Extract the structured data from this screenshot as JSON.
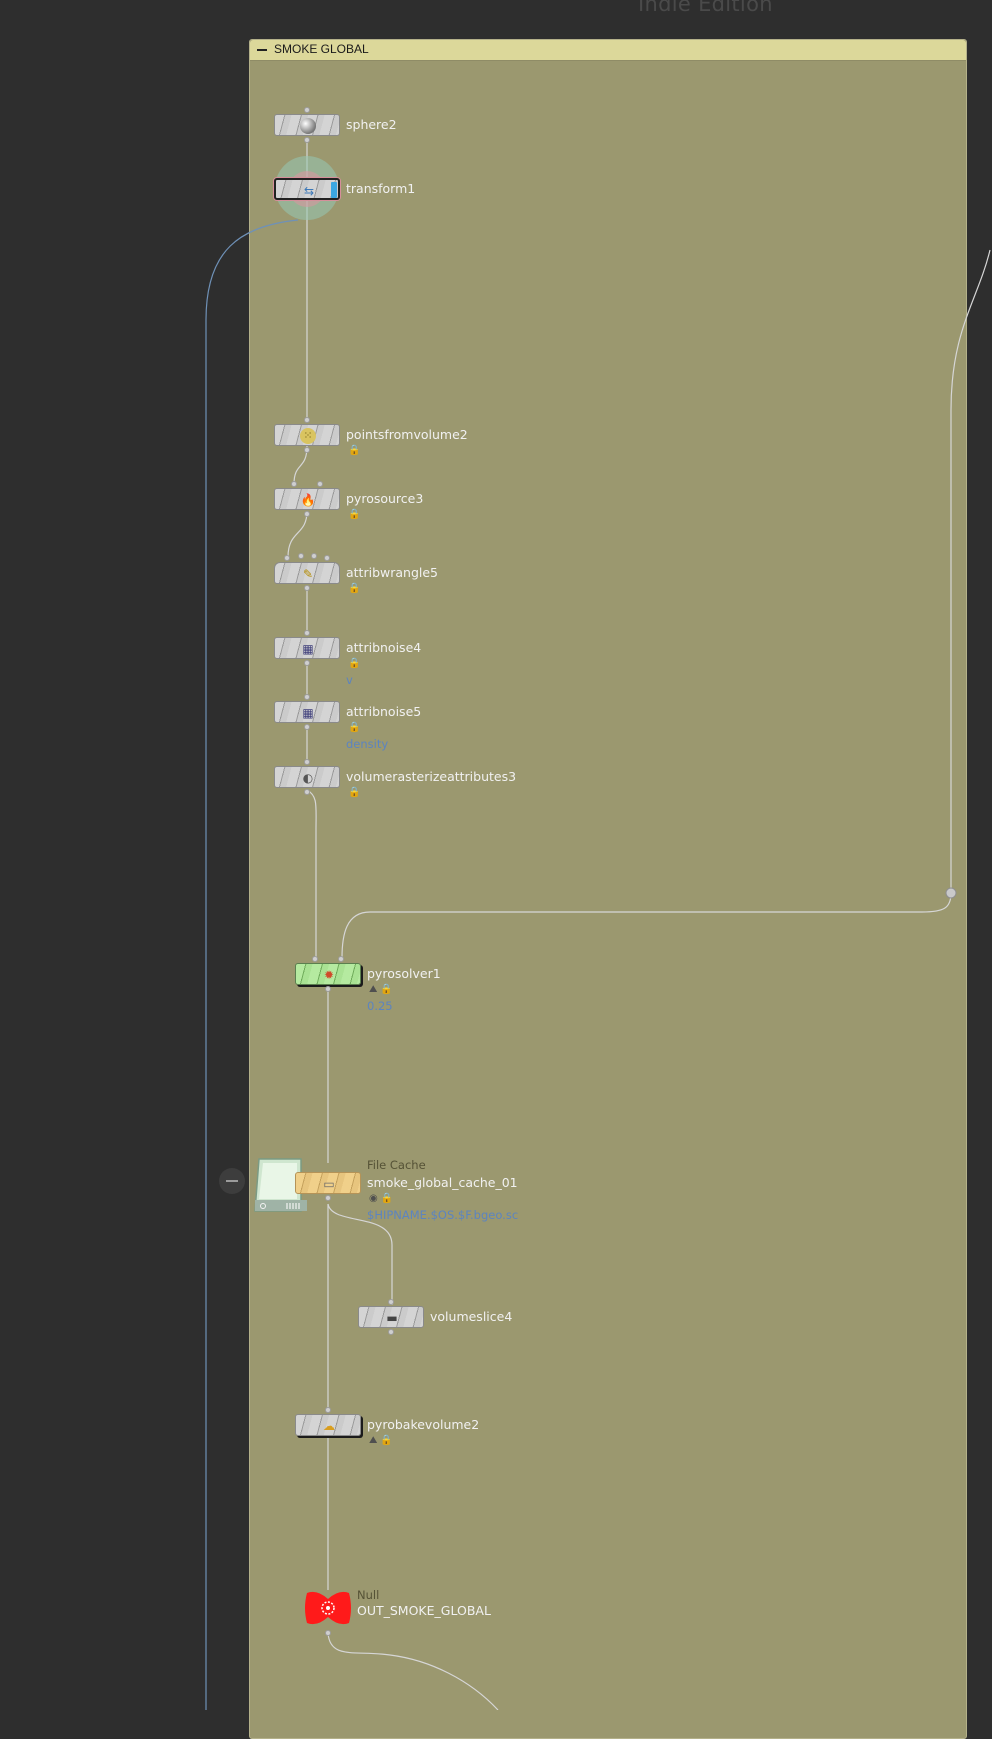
{
  "watermark": "Indie Edition",
  "network_box": {
    "title": "SMOKE GLOBAL",
    "color": "#9b986f",
    "header_color": "#dcd89a"
  },
  "nodes": {
    "sphere2": {
      "label": "sphere2",
      "icon": "sphere-icon"
    },
    "transform1": {
      "label": "transform1",
      "icon": "transform-icon",
      "selected": true
    },
    "pointsfromvolume2": {
      "label": "pointsfromvolume2",
      "icon": "points-icon",
      "badge": "🔒"
    },
    "pyrosource3": {
      "label": "pyrosource3",
      "icon": "flame-icon",
      "badge": "🔒"
    },
    "attribwrangle5": {
      "label": "attribwrangle5",
      "icon": "wrangle-icon",
      "badge": "🔒"
    },
    "attribnoise4": {
      "label": "attribnoise4",
      "icon": "noise-icon",
      "badge": "🔒",
      "comment": "v"
    },
    "attribnoise5": {
      "label": "attribnoise5",
      "icon": "noise-icon",
      "badge": "🔒",
      "comment": "density"
    },
    "volumerasterize": {
      "label": "volumerasterizeattributes3",
      "icon": "rasterize-icon",
      "badge": "🔒"
    },
    "pyrosolver1": {
      "label": "pyrosolver1",
      "icon": "pyro-solver-icon",
      "badge": "⛰🔒",
      "comment": "0.25",
      "color": "#b5eaa0"
    },
    "filecache": {
      "type": "File Cache",
      "label": "smoke_global_cache_01",
      "icon": "file-cache-icon",
      "badge": "◉🔒",
      "comment": "$HIPNAME.$OS.$F.bgeo.sc",
      "color": "#f0d08a"
    },
    "volumeslice4": {
      "label": "volumeslice4",
      "icon": "slice-icon"
    },
    "pyrobakevolume2": {
      "label": "pyrobakevolume2",
      "icon": "bake-icon",
      "badge": "⛰🔒"
    },
    "null": {
      "type": "Null",
      "label": "OUT_SMOKE_GLOBAL",
      "icon": "null-icon",
      "color": "#ff1a1a"
    }
  },
  "icons": {
    "sphere": "●",
    "transform": "⇆",
    "points": "⁙",
    "flame": "🔥",
    "wrangle": "✎",
    "noise": "▦",
    "rasterize": "◐",
    "pyro": "✹",
    "cache": "▭",
    "slice": "▬",
    "bake": "☁"
  }
}
